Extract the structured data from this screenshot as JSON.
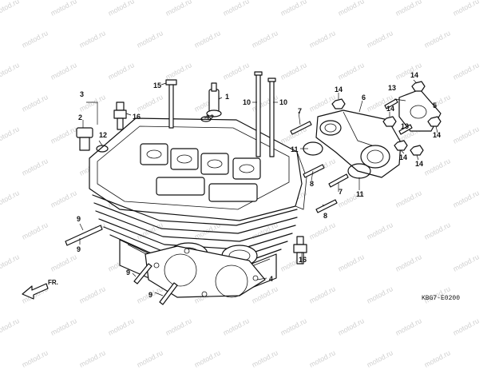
{
  "watermark_text": "motod.ru",
  "drawing_code": "KBG7-E0200",
  "front_marker": "FR.",
  "callouts": [
    {
      "id": "c1",
      "label": "1"
    },
    {
      "id": "c2",
      "label": "2"
    },
    {
      "id": "c3",
      "label": "3"
    },
    {
      "id": "c4",
      "label": "4"
    },
    {
      "id": "c5",
      "label": "5"
    },
    {
      "id": "c6",
      "label": "6"
    },
    {
      "id": "c7a",
      "label": "7"
    },
    {
      "id": "c7b",
      "label": "7"
    },
    {
      "id": "c8a",
      "label": "8"
    },
    {
      "id": "c8b",
      "label": "8"
    },
    {
      "id": "c9a",
      "label": "9"
    },
    {
      "id": "c9b",
      "label": "9"
    },
    {
      "id": "c9c",
      "label": "9"
    },
    {
      "id": "c9d",
      "label": "9"
    },
    {
      "id": "c10a",
      "label": "10"
    },
    {
      "id": "c10b",
      "label": "10"
    },
    {
      "id": "c11a",
      "label": "11"
    },
    {
      "id": "c11b",
      "label": "11"
    },
    {
      "id": "c12a",
      "label": "12"
    },
    {
      "id": "c12b",
      "label": "12"
    },
    {
      "id": "c13a",
      "label": "13"
    },
    {
      "id": "c13b",
      "label": "13"
    },
    {
      "id": "c14a",
      "label": "14"
    },
    {
      "id": "c14b",
      "label": "14"
    },
    {
      "id": "c14c",
      "label": "14"
    },
    {
      "id": "c14d",
      "label": "14"
    },
    {
      "id": "c14e",
      "label": "14"
    },
    {
      "id": "c14f",
      "label": "14"
    },
    {
      "id": "c15",
      "label": "15"
    },
    {
      "id": "c16a",
      "label": "16"
    },
    {
      "id": "c16b",
      "label": "16"
    }
  ]
}
